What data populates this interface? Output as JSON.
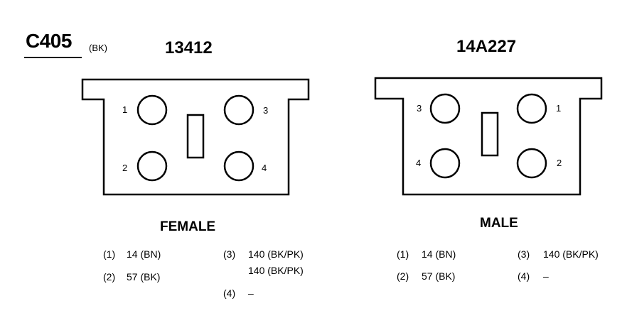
{
  "connector": {
    "id": "C405",
    "color": "(BK)"
  },
  "female": {
    "part_number": "13412",
    "label": "FEMALE",
    "pins": [
      "1",
      "2",
      "3",
      "4"
    ],
    "legend": [
      {
        "num": "(1)",
        "values": [
          "14 (BN)"
        ]
      },
      {
        "num": "(2)",
        "values": [
          "57 (BK)"
        ]
      },
      {
        "num": "(3)",
        "values": [
          "140 (BK/PK)",
          "140 (BK/PK)"
        ]
      },
      {
        "num": "(4)",
        "values": [
          "–"
        ]
      }
    ]
  },
  "male": {
    "part_number": "14A227",
    "label": "MALE",
    "pins": [
      "3",
      "1",
      "4",
      "2"
    ],
    "legend": [
      {
        "num": "(1)",
        "values": [
          "14 (BN)"
        ]
      },
      {
        "num": "(2)",
        "values": [
          "57 (BK)"
        ]
      },
      {
        "num": "(3)",
        "values": [
          "140 (BK/PK)"
        ]
      },
      {
        "num": "(4)",
        "values": [
          "–"
        ]
      }
    ]
  }
}
